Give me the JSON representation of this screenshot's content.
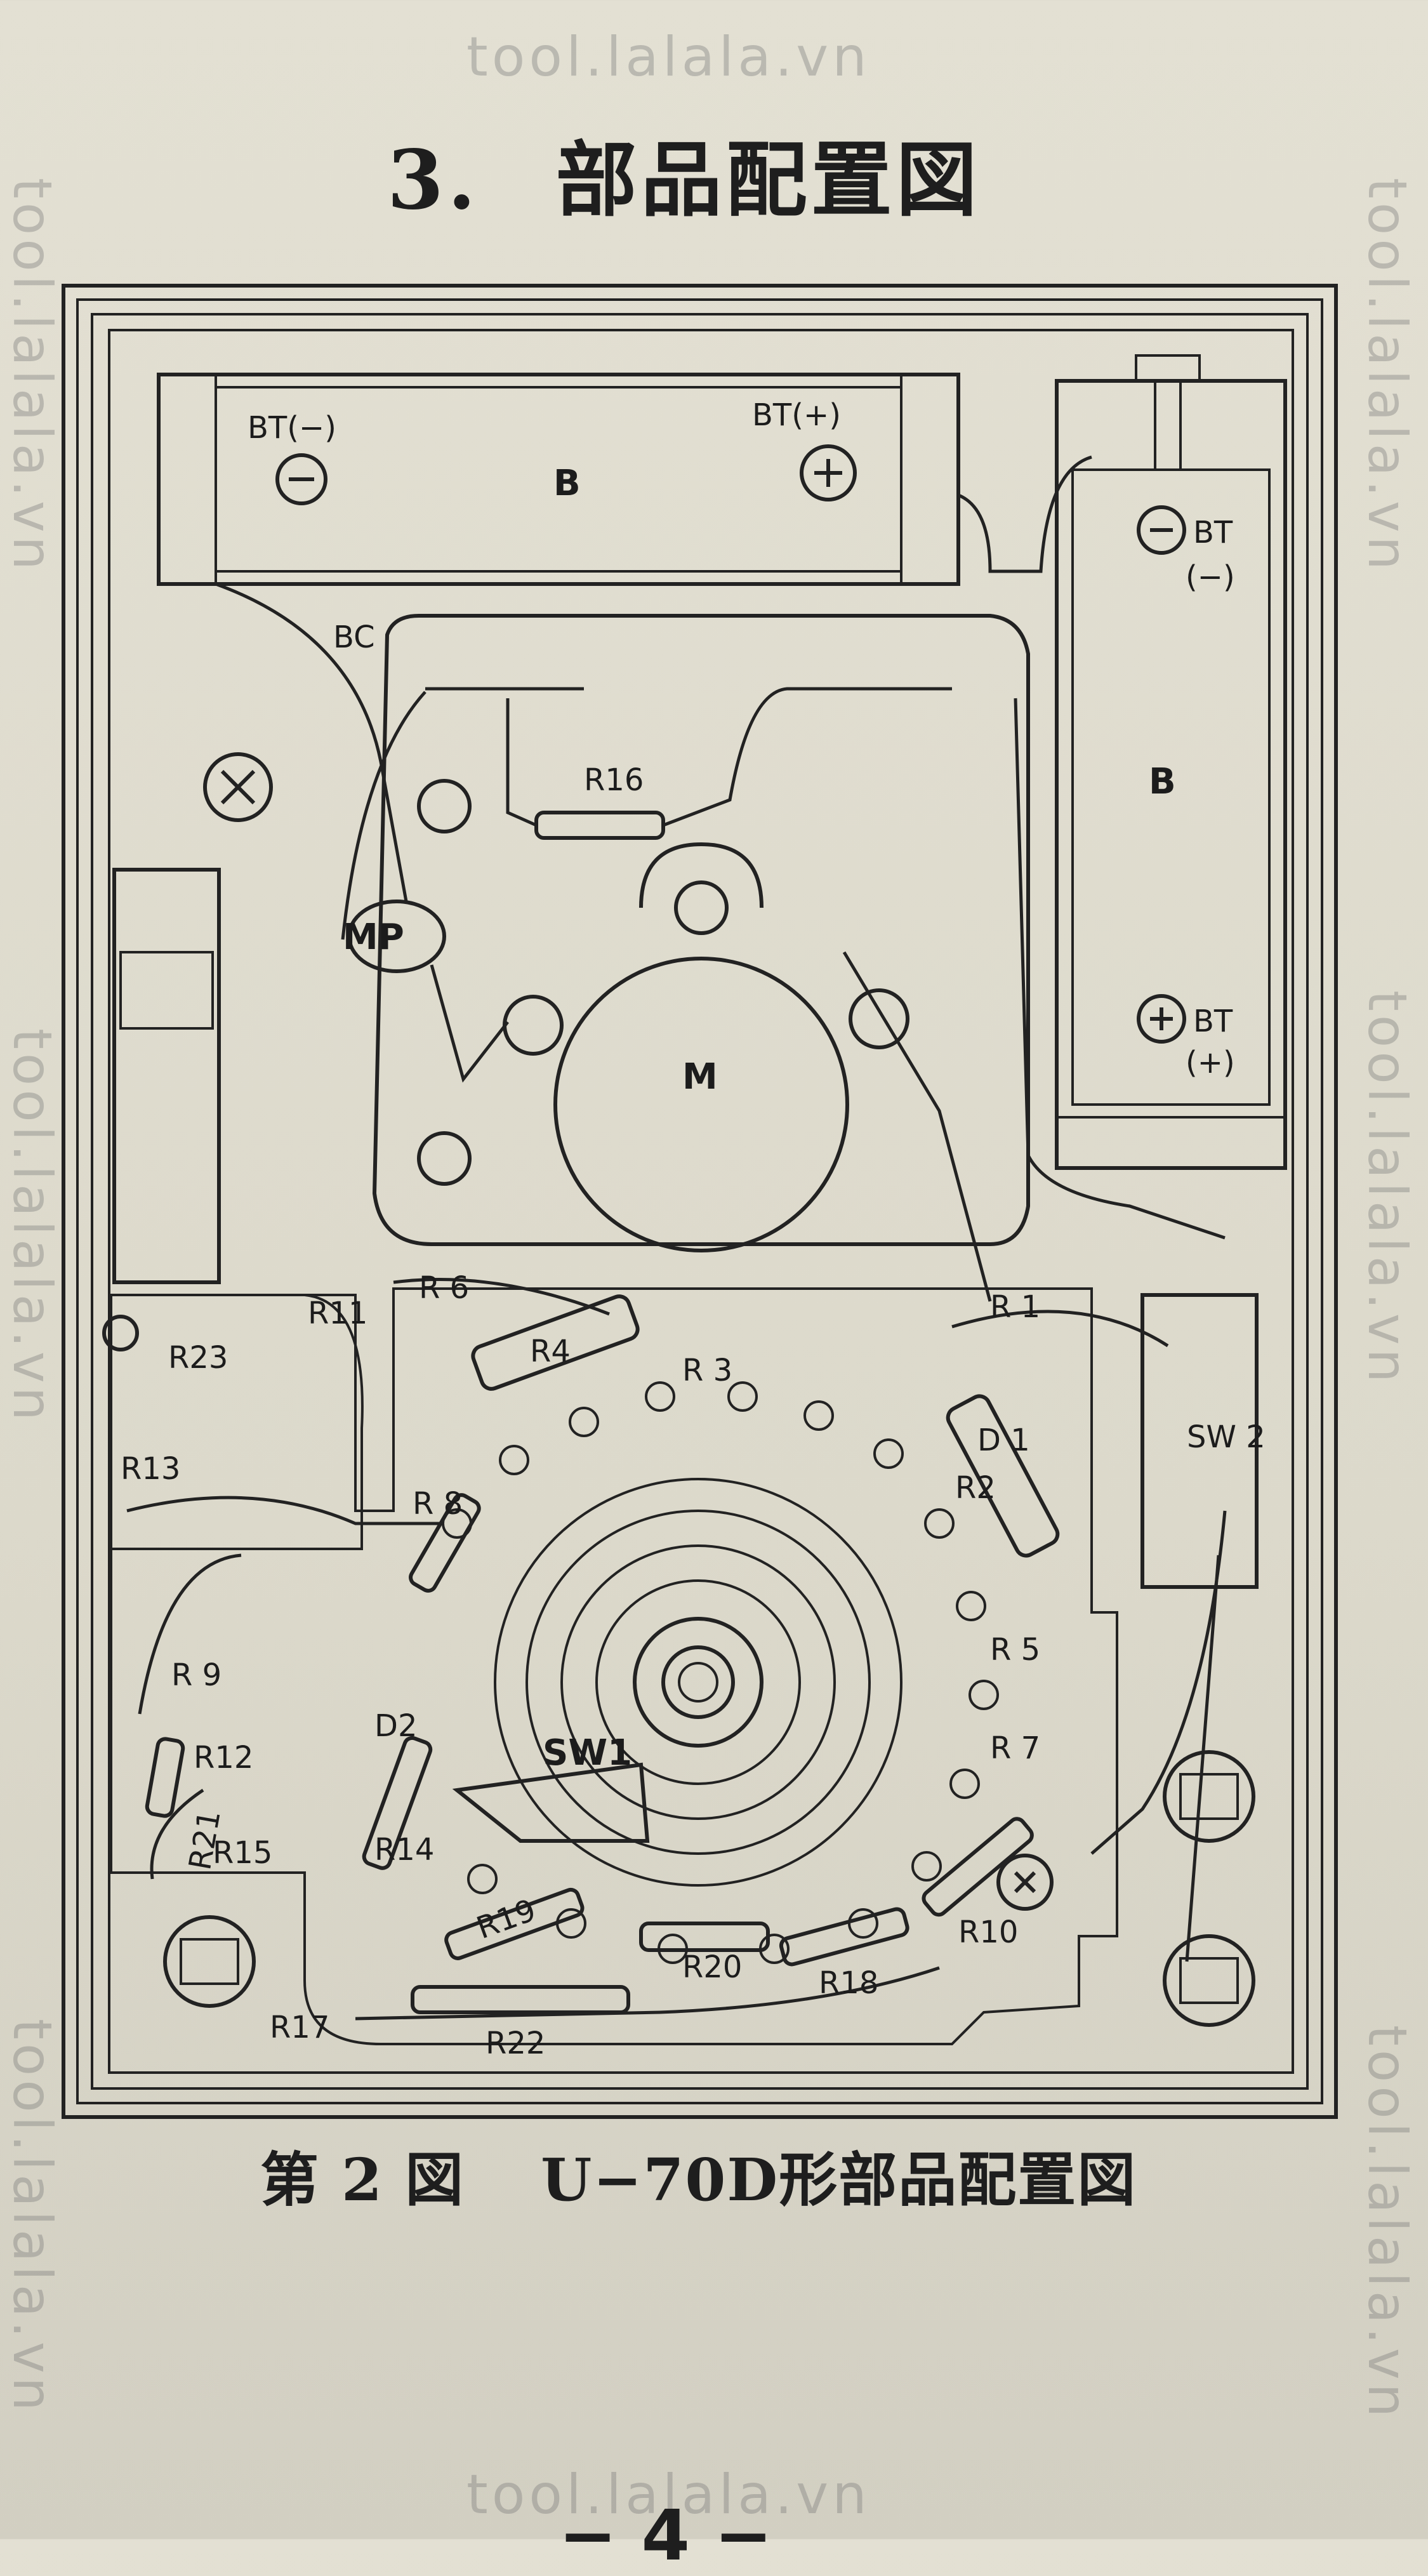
{
  "watermark": "tool.lalala.vn",
  "heading": {
    "number": "3.",
    "title": "部品配置図"
  },
  "labels": {
    "bt_minus_top": "BT(−)",
    "bt_plus_top": "BT(+)",
    "battery_top": "B",
    "bt_minus_right": "BT",
    "bt_minus_right_sign": "(−)",
    "battery_right": "B",
    "bt_plus_right": "BT",
    "bt_plus_right_sign": "(+)",
    "bc": "BC",
    "r16": "R16",
    "mp": "MP",
    "m": "M",
    "r11": "R11",
    "r6": "R 6",
    "r4": "R4",
    "r3": "R 3",
    "r1": "R 1",
    "d1": "D 1",
    "r2": "R2",
    "sw2": "SW 2",
    "r23": "R23",
    "r13": "R13",
    "r8": "R 8",
    "r9": "R 9",
    "d2": "D2",
    "sw1": "SW1",
    "r5": "R 5",
    "r7": "R 7",
    "r12": "R12",
    "r21": "R21",
    "r15": "R15",
    "r14": "R14",
    "r19": "R19",
    "r10": "R10",
    "r20": "R20",
    "r18": "R18",
    "r17": "R17",
    "r22": "R22"
  },
  "caption": {
    "figure": "第 2 図",
    "title": "U−70D形部品配置図"
  },
  "page_number": "− 4 −"
}
